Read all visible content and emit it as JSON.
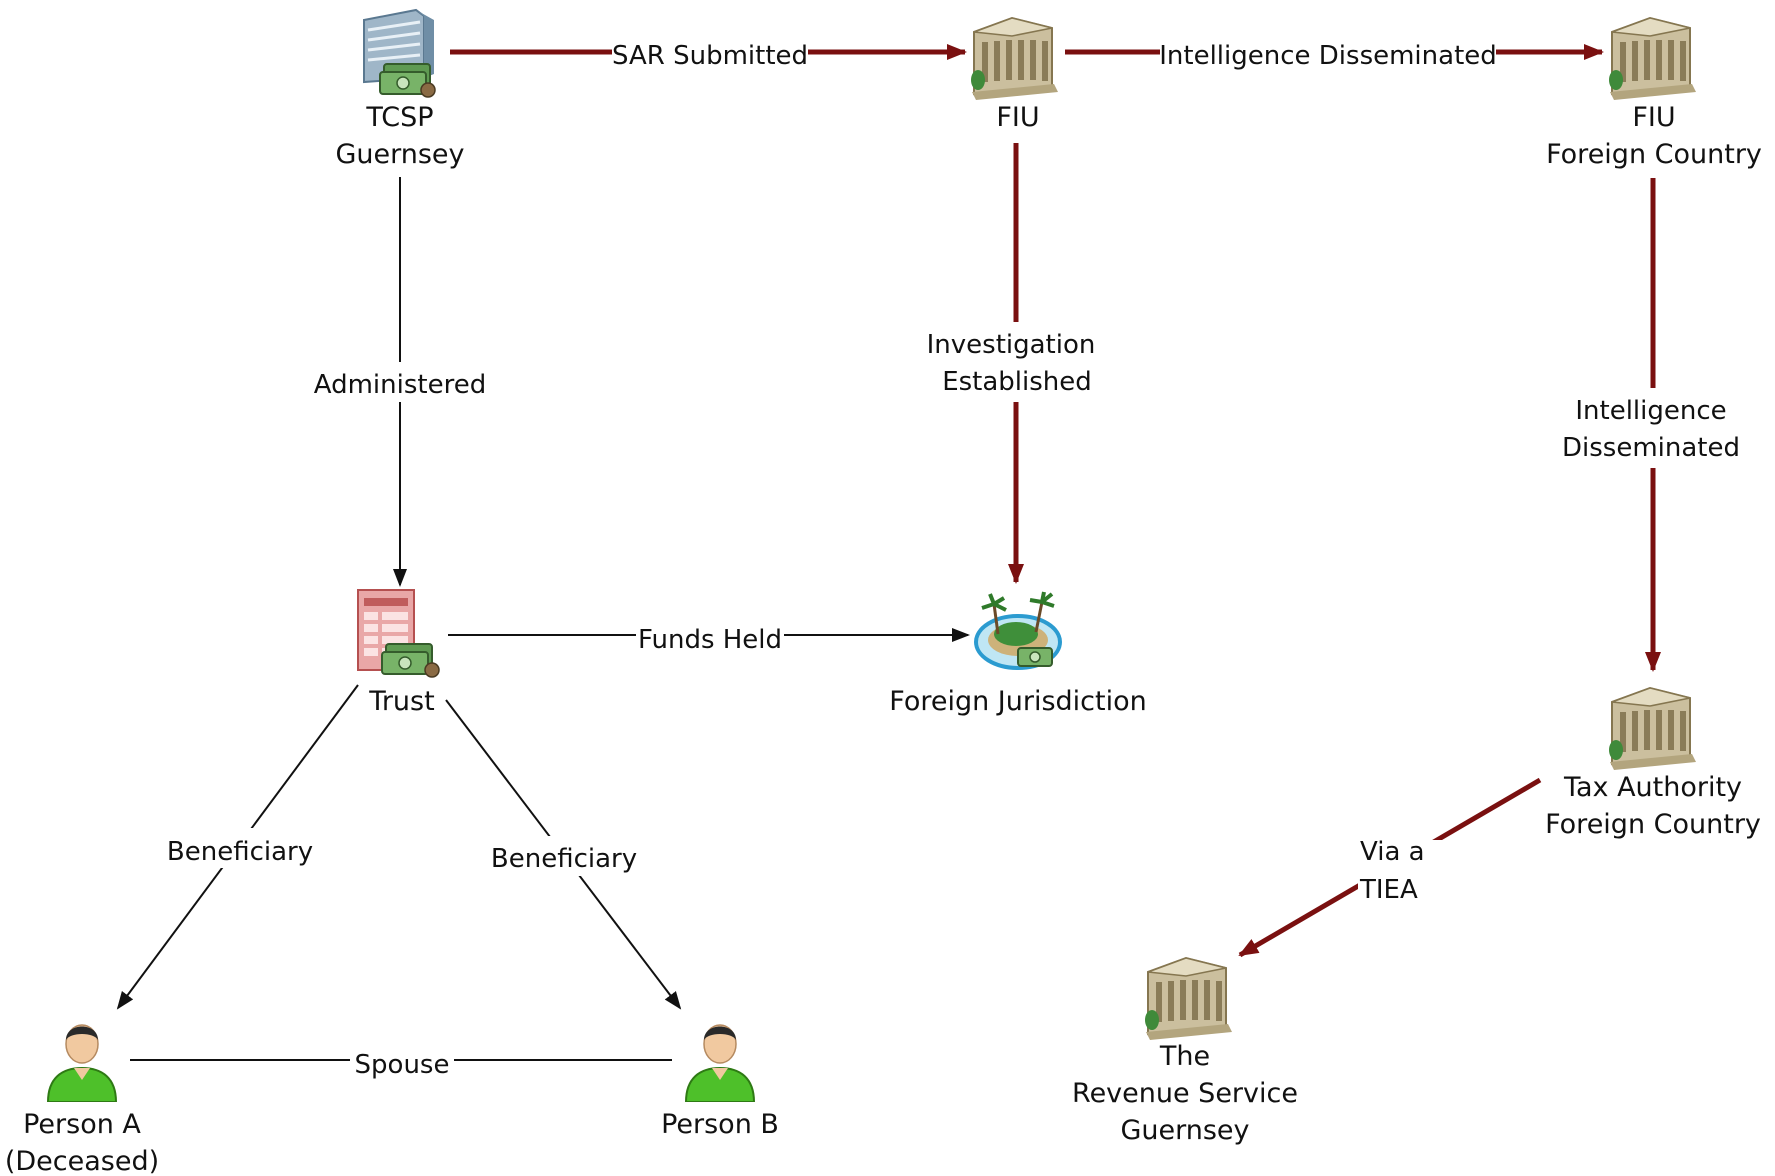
{
  "nodes": {
    "tcsp": {
      "line1": "TCSP",
      "line2": "Guernsey",
      "icon": "bank-building-money-icon"
    },
    "fiu": {
      "line1": "FIU",
      "icon": "government-building-icon"
    },
    "fiu_foreign": {
      "line1": "FIU",
      "line2": "Foreign Country",
      "icon": "government-building-icon"
    },
    "trust": {
      "line1": "Trust",
      "icon": "trust-document-money-icon"
    },
    "foreign_jurisdiction": {
      "line1": "Foreign Jurisdiction",
      "icon": "island-icon"
    },
    "tax_authority": {
      "line1": "Tax Authority",
      "line2": "Foreign Country",
      "icon": "government-building-icon"
    },
    "revenue_service": {
      "line1": "The",
      "line2": "Revenue Service",
      "line3": "Guernsey",
      "icon": "government-building-icon"
    },
    "person_a": {
      "line1": "Person A",
      "line2": "(Deceased)",
      "icon": "person-icon"
    },
    "person_b": {
      "line1": "Person B",
      "icon": "person-icon"
    }
  },
  "edges": {
    "sar_submitted": "SAR Submitted",
    "intel_disseminated_1": "Intelligence Disseminated",
    "administered": "Administered",
    "investigation_1": "Investigation",
    "investigation_2": "Established",
    "intel_disseminated_2a": "Intelligence",
    "intel_disseminated_2b": "Disseminated",
    "funds_held": "Funds Held",
    "beneficiary_a": "Beneficiary",
    "beneficiary_b": "Beneficiary",
    "spouse": "Spouse",
    "via_tiea_1": "Via a",
    "via_tiea_2": "TIEA"
  },
  "colors": {
    "intelligence_flow": "#7a1010",
    "relationship": "#111111"
  }
}
